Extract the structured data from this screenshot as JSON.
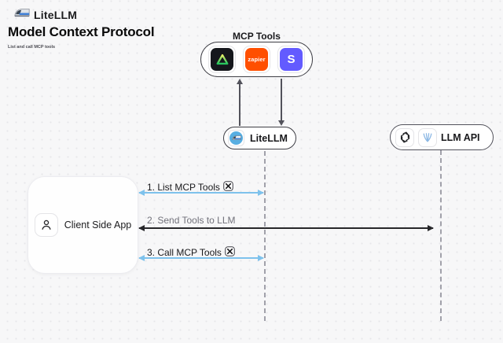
{
  "header": {
    "brand": "LiteLLM",
    "title": "Model Context Protocol",
    "subtitle": "List and call MCP tools"
  },
  "mcp_tools": {
    "label": "MCP Tools",
    "icons": [
      {
        "name": "triangle-tool-icon"
      },
      {
        "name": "zapier-icon",
        "label": "zapier"
      },
      {
        "name": "stripe-icon",
        "label": "S"
      }
    ]
  },
  "nodes": {
    "litellm": {
      "label": "LiteLLM"
    },
    "llm_api": {
      "label": "LLM API"
    },
    "client": {
      "label": "Client Side App"
    }
  },
  "arrows": [
    {
      "label": "1. List MCP Tools",
      "tools_icon": true,
      "color": "#7ec2ec"
    },
    {
      "label": "2. Send Tools to LLM",
      "tools_icon": false,
      "color": "#27272a"
    },
    {
      "label": "3. Call MCP Tools",
      "tools_icon": true,
      "color": "#7ec2ec"
    }
  ],
  "colors": {
    "background": "#f7f7f8",
    "node_border": "#3f3f46",
    "blue_arrow": "#7ec2ec",
    "black_arrow": "#27272a",
    "zapier_orange": "#ff4f00",
    "stripe_purple": "#635bff",
    "litellm_blue": "#57aee2"
  }
}
